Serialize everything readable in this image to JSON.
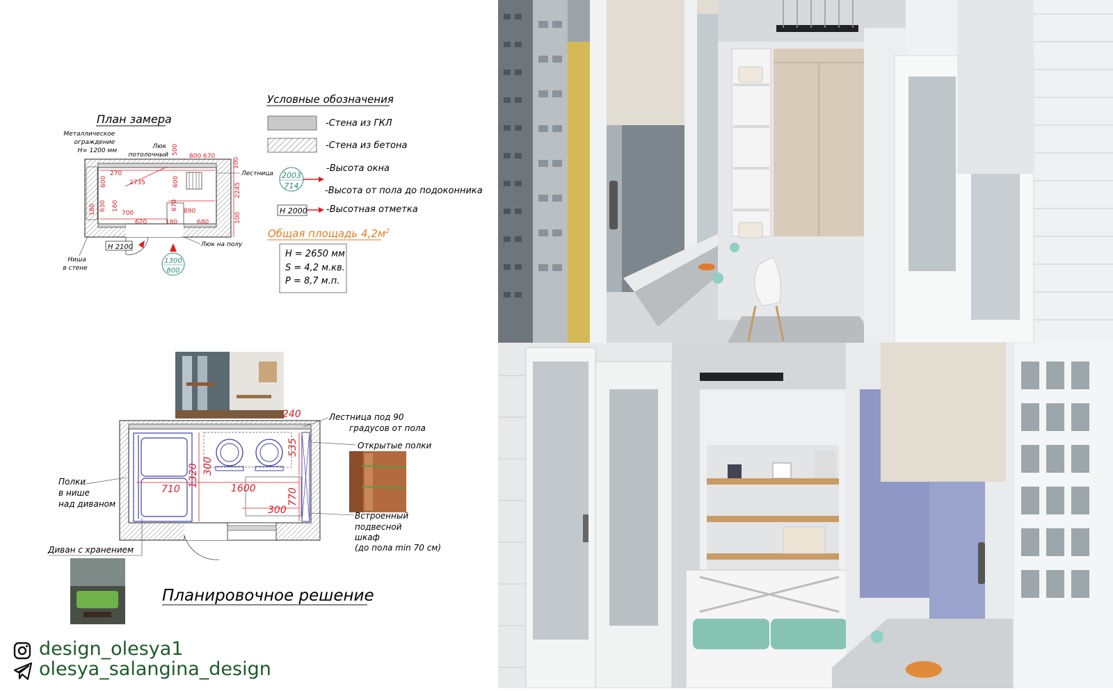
{
  "measure_plan": {
    "title": "План замера",
    "metal_fence": [
      "Металлическое",
      "ограждение",
      "H= 1200 мм"
    ],
    "ceiling_hatch": [
      "Люк",
      "потолочный"
    ],
    "ladder": "Лестница",
    "niche": [
      "Ниша",
      "в стене"
    ],
    "floor_hatch": "Люк на полу",
    "mark_h2100": "H 2100",
    "door_callout": [
      "1300",
      "800"
    ],
    "dims": [
      "270",
      "500",
      "800",
      "670",
      "100",
      "2735",
      "600",
      "600",
      "2245",
      "630",
      "160",
      "670",
      "890",
      "180",
      "700",
      "620",
      "180",
      "680",
      "100"
    ]
  },
  "legend": {
    "title": "Условные обозначения",
    "gkl": "-Стена из ГКЛ",
    "concrete": "-Стена из бетона",
    "window_height": "-Высота окна",
    "sill_height": "-Высота от пола до подоконника",
    "elevation": "-Высотная отметка",
    "window_sample": [
      "2003",
      "714"
    ],
    "elevation_sample": "H 2000"
  },
  "area": {
    "label": "Общая площадь 4,2м",
    "sup": "2",
    "lines": [
      "H = 2650 мм",
      "S = 4,2 м.кв.",
      "P = 8,7 м.п."
    ]
  },
  "layout_plan": {
    "title": "Планировочное  решение",
    "stair": [
      "Лестница под 90",
      "градусов от пола"
    ],
    "open_shelves": "Открытые полки",
    "shelves_niche": [
      "Полки",
      "в нише",
      "над диваном"
    ],
    "builtin_cabinet": [
      "Встроенный",
      "подвесной",
      "шкаф",
      "(до пола min 70 см)"
    ],
    "sofa": "Диван с хранением",
    "dims": [
      "240",
      "535",
      "300",
      "1320",
      "710",
      "1600",
      "300",
      "770"
    ]
  },
  "social": {
    "instagram": "design_olesya1",
    "telegram": "olesya_salangina_design"
  },
  "colors": {
    "red": "#e31b23",
    "orange": "#f07a1f",
    "teal": "#2a8a7a",
    "green_text": "#1e5a2a",
    "sofa_blue": "#3d3fa8"
  }
}
